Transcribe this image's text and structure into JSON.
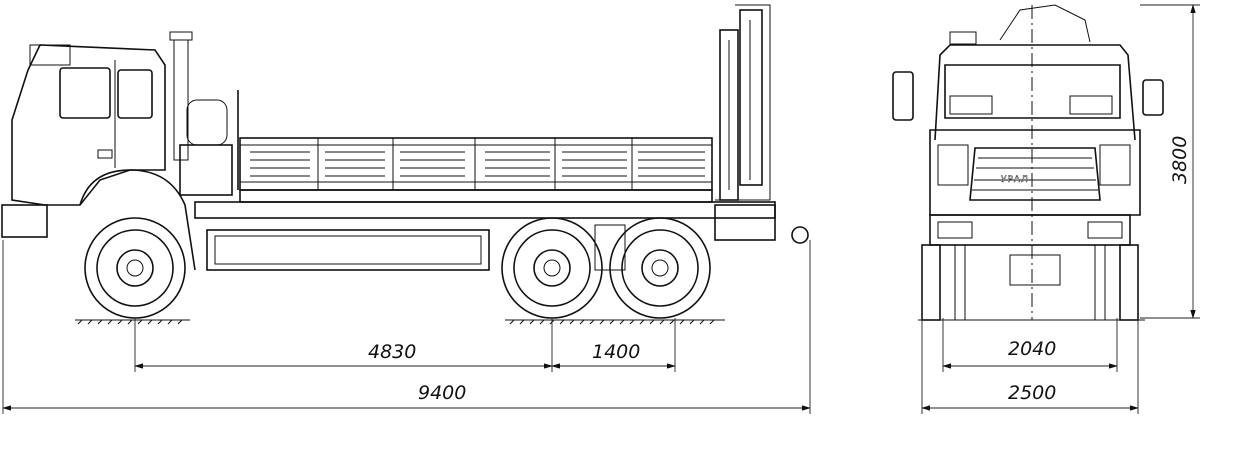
{
  "drawing": {
    "title": "Truck with crane manipulator - general dimensions",
    "brand_logo": "УРАЛ",
    "dimensions": {
      "wheelbase_front_to_rear": "4830",
      "rear_axle_spacing": "1400",
      "overall_length": "9400",
      "track_width": "2040",
      "overall_width": "2500",
      "overall_height": "3800"
    },
    "units": "mm"
  }
}
